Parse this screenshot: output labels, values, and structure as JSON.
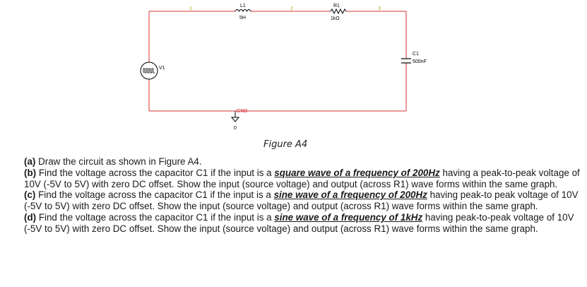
{
  "circuit": {
    "components": {
      "L1": {
        "name": "L1",
        "value": "5H"
      },
      "R1": {
        "name": "R1",
        "value": "1kΩ"
      },
      "C1": {
        "name": "C1",
        "value": "500nF"
      },
      "V1": {
        "name": "V1"
      },
      "GND": {
        "name": "GND",
        "node": "0"
      }
    },
    "node_labels": [
      "1",
      "2",
      "3"
    ]
  },
  "figure_caption": "Figure A4",
  "questions": [
    {
      "tag": "(a)",
      "before": " Draw the circuit as shown in Figure A4.",
      "emph": "",
      "after": ""
    },
    {
      "tag": "(b)",
      "before": " Find the voltage across the capacitor C1 if the input is a ",
      "emph": "square wave of a frequency of 200Hz",
      "after": " having a peak-to-peak voltage of 10V (-5V to 5V) with zero DC offset. Show the input (source voltage) and output (across R1) wave forms within the same graph."
    },
    {
      "tag": "(c)",
      "before": "  Find the voltage across the capacitor C1 if the input is a ",
      "emph": "sine wave of a frequency of 200Hz",
      "after": " having peak-to peak voltage of 10V (-5V to 5V) with zero DC offset. Show the input (source voltage) and output (across R1) wave forms within the same graph."
    },
    {
      "tag": "(d)",
      "before": "  Find the voltage across the capacitor C1 if the input is a ",
      "emph": "sine wave of a frequency of 1kHz",
      "after": " having peak-to-peak voltage of 10V (-5V to 5V) with zero DC offset. Show the input (source voltage) and output (across R1) wave forms within the same graph."
    }
  ],
  "colors": {
    "wire": "#d83030",
    "component": "#000000",
    "node_label": "#c0a000",
    "underline": "#1a1a1a"
  }
}
